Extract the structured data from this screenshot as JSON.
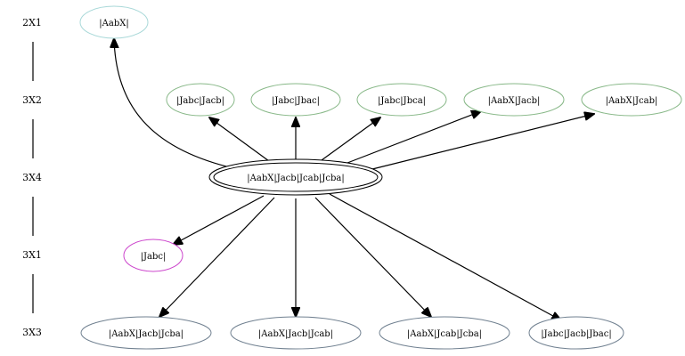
{
  "ranks": [
    {
      "id": "r1",
      "label": "2X1"
    },
    {
      "id": "r2",
      "label": "3X2"
    },
    {
      "id": "r3",
      "label": "3X4"
    },
    {
      "id": "r4",
      "label": "3X1"
    },
    {
      "id": "r5",
      "label": "3X3"
    }
  ],
  "nodes": [
    {
      "id": "n_AabX",
      "label": "|AabX|",
      "color": "#a8d8d8",
      "shape": "ellipse"
    },
    {
      "id": "n_JabcJacb",
      "label": "|Jabc|Jacb|",
      "color": "#88b888",
      "shape": "ellipse"
    },
    {
      "id": "n_JabcJbac",
      "label": "|Jabc|Jbac|",
      "color": "#88b888",
      "shape": "ellipse"
    },
    {
      "id": "n_JabcJbca",
      "label": "|Jabc|Jbca|",
      "color": "#88b888",
      "shape": "ellipse"
    },
    {
      "id": "n_AabXJacb",
      "label": "|AabX|Jacb|",
      "color": "#88b888",
      "shape": "ellipse"
    },
    {
      "id": "n_AabXJcab",
      "label": "|AabX|Jcab|",
      "color": "#88b888",
      "shape": "ellipse"
    },
    {
      "id": "n_center",
      "label": "|AabX|Jacb|Jcab|Jcba|",
      "color": "#000000",
      "shape": "doubleellipse"
    },
    {
      "id": "n_Jabc",
      "label": "|Jabc|",
      "color": "#cc44cc",
      "shape": "ellipse"
    },
    {
      "id": "n_AabXJacbJcba",
      "label": "|AabX|Jacb|Jcba|",
      "color": "#708090",
      "shape": "ellipse"
    },
    {
      "id": "n_AabXJacbJcab",
      "label": "|AabX|Jacb|Jcab|",
      "color": "#708090",
      "shape": "ellipse"
    },
    {
      "id": "n_AabXJcabJcba",
      "label": "|AabX|Jcab|Jcba|",
      "color": "#708090",
      "shape": "ellipse"
    },
    {
      "id": "n_JabcJacbJbac",
      "label": "|Jabc|Jacb|Jbac|",
      "color": "#708090",
      "shape": "ellipse"
    }
  ],
  "edges": [
    {
      "from": "n_center",
      "to": "n_AabX"
    },
    {
      "from": "n_center",
      "to": "n_JabcJacb"
    },
    {
      "from": "n_center",
      "to": "n_JabcJbac"
    },
    {
      "from": "n_center",
      "to": "n_JabcJbca"
    },
    {
      "from": "n_center",
      "to": "n_AabXJacb"
    },
    {
      "from": "n_center",
      "to": "n_AabXJcab"
    },
    {
      "from": "n_center",
      "to": "n_Jabc"
    },
    {
      "from": "n_center",
      "to": "n_AabXJacbJcba"
    },
    {
      "from": "n_center",
      "to": "n_AabXJacbJcab"
    },
    {
      "from": "n_center",
      "to": "n_AabXJcabJcba"
    },
    {
      "from": "n_center",
      "to": "n_JabcJacbJbac"
    }
  ]
}
